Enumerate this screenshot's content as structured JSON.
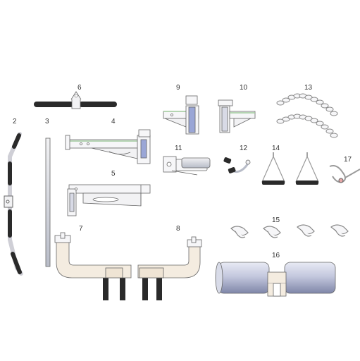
{
  "parts": [
    {
      "label": "2",
      "icon": "curved-bar-icon"
    },
    {
      "label": "3",
      "icon": "straight-rod-icon"
    },
    {
      "label": "4",
      "icon": "bracket-arm-icon"
    },
    {
      "label": "5",
      "icon": "bracket-arm-icon"
    },
    {
      "label": "6",
      "icon": "row-handle-icon"
    },
    {
      "label": "7",
      "icon": "leg-hold-down-icon"
    },
    {
      "label": "8",
      "icon": "leg-hold-down-icon"
    },
    {
      "label": "9",
      "icon": "mount-bracket-icon"
    },
    {
      "label": "10",
      "icon": "mount-bracket-icon"
    },
    {
      "label": "11",
      "icon": "pulley-bracket-icon"
    },
    {
      "label": "12",
      "icon": "ankle-strap-icon"
    },
    {
      "label": "13",
      "icon": "chain-icon"
    },
    {
      "label": "14",
      "icon": "stirrup-handle-icon"
    },
    {
      "label": "15",
      "icon": "snap-hook-icon"
    },
    {
      "label": "16",
      "icon": "foam-roller-icon"
    },
    {
      "label": "17",
      "icon": "cable-clip-icon"
    }
  ],
  "colors": {
    "outline": "#666666",
    "grip": "#2a2a2a",
    "cream": "#f4ece0",
    "steel": "#b8bcc8",
    "blue_plate": "#9aa6d6",
    "roller": "#c4c8de"
  }
}
